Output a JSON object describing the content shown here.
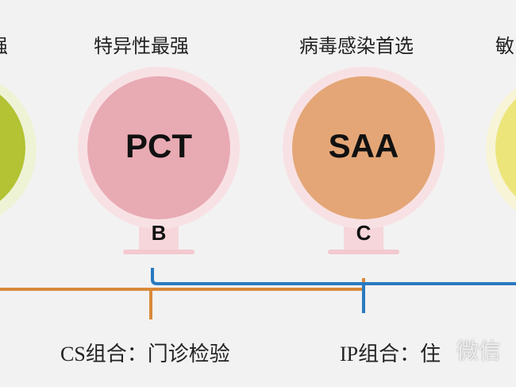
{
  "captions": {
    "left_partial": "强",
    "pct": "特异性最强",
    "saa": "病毒感染首选",
    "right_partial": "敏"
  },
  "markers": [
    {
      "name": "PCT",
      "letter": "B",
      "color": "#e8aab3"
    },
    {
      "name": "SAA",
      "letter": "C",
      "color": "#e4a676"
    }
  ],
  "side_colors": {
    "left": "#b3c334",
    "right": "#ece57a"
  },
  "lines": {
    "cs_color": "#d9893a",
    "ip_color": "#2a7ac0"
  },
  "groups": {
    "cs": "CS组合：门诊检验",
    "ip": "IP组合：住"
  },
  "watermark": "微信"
}
